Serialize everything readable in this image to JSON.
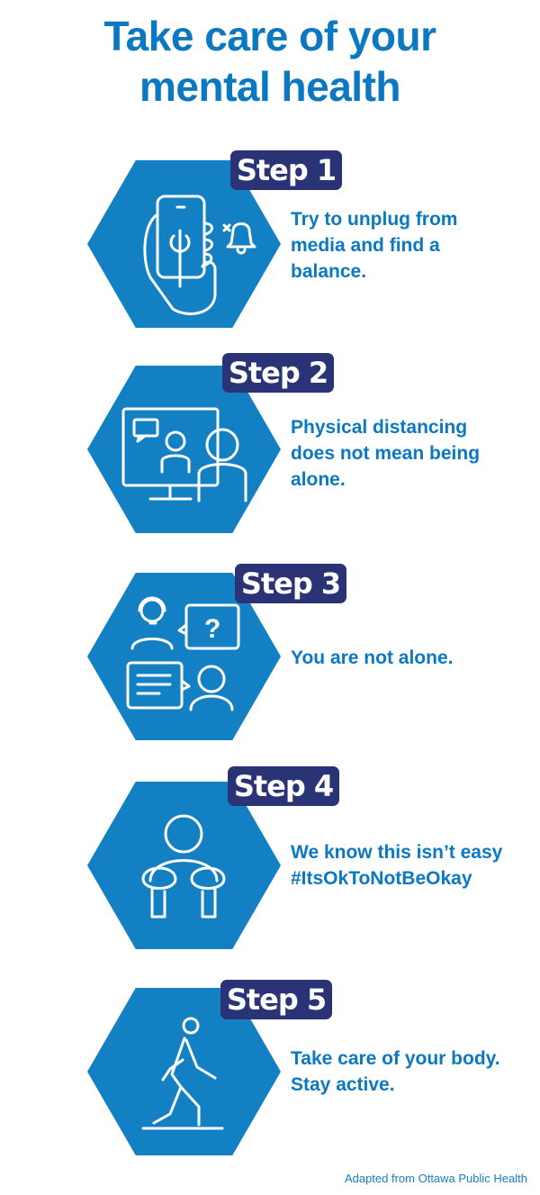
{
  "title": {
    "line1": "Take care of your",
    "line2": "mental health"
  },
  "steps": [
    {
      "badge": "Step 1",
      "text": [
        "Try to unplug from",
        "media and find a",
        "balance."
      ],
      "icon": "hand-phone-icon"
    },
    {
      "badge": "Step 2",
      "text": [
        "Physical distancing",
        "does not mean being",
        "alone."
      ],
      "icon": "video-call-icon"
    },
    {
      "badge": "Step 3",
      "text": [
        "You are not alone."
      ],
      "icon": "helpline-chat-icon"
    },
    {
      "badge": "Step 4",
      "text": [
        "We know this isn’t easy",
        "#ItsOkToNotBeOkay"
      ],
      "icon": "sad-person-icon"
    },
    {
      "badge": "Step 5",
      "text": [
        "Take care of your body.",
        "Stay active."
      ],
      "icon": "walking-person-icon"
    }
  ],
  "footer": "Adapted from Ottawa Public Health",
  "colors": {
    "hexagon": "#1380c3",
    "badge": "#2a3375",
    "text": "#0b78c2"
  }
}
